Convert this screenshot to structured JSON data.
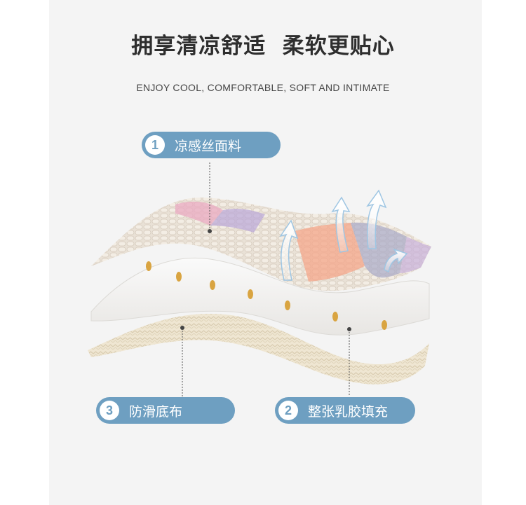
{
  "header": {
    "title": "拥享清凉舒适  柔软更贴心",
    "subtitle": "ENJOY COOL, COMFORTABLE, SOFT AND INTIMATE"
  },
  "layers": [
    {
      "number": "1",
      "label": "凉感丝面料"
    },
    {
      "number": "2",
      "label": "整张乳胶填充"
    },
    {
      "number": "3",
      "label": "防滑底布"
    }
  ],
  "colors": {
    "accent": "#6e9fc1",
    "panel_background": "#f4f4f4",
    "title_text": "#2e2e2e"
  },
  "icons": [
    "airflow-arrow-icon"
  ]
}
